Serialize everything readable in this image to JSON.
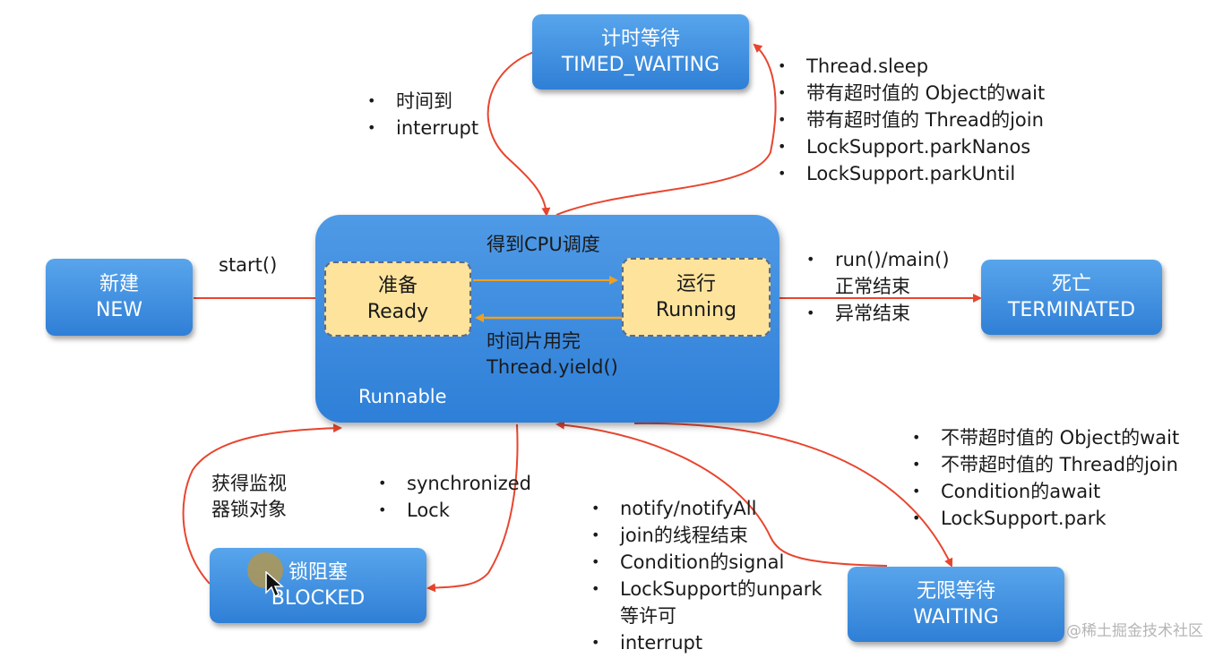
{
  "states": {
    "new": {
      "cn": "新建",
      "en": "NEW"
    },
    "timed_waiting": {
      "cn": "计时等待",
      "en": "TIMED_WAITING"
    },
    "terminated": {
      "cn": "死亡",
      "en": "TERMINATED"
    },
    "blocked": {
      "cn": "锁阻塞",
      "en": "BLOCKED"
    },
    "waiting": {
      "cn": "无限等待",
      "en": "WAITING"
    },
    "runnable": {
      "label": "Runnable",
      "ready": {
        "cn": "准备",
        "en": "Ready"
      },
      "running": {
        "cn": "运行",
        "en": "Running"
      },
      "cpu_label": "得到CPU调度",
      "yield_label": [
        "时间片用完",
        "Thread.yield()"
      ]
    }
  },
  "transitions": {
    "start": "start()",
    "timed_return": [
      "时间到",
      "interrupt"
    ],
    "timed_enter": [
      "Thread.sleep",
      "带有超时值的 Object的wait",
      "带有超时值的 Thread的join",
      "LockSupport.parkNanos",
      "LockSupport.parkUntil"
    ],
    "terminate": [
      "run()/main()",
      "正常结束",
      "异常结束"
    ],
    "blocked_enter": [
      "synchronized",
      "Lock"
    ],
    "blocked_return": [
      "获得监视",
      "器锁对象"
    ],
    "waiting_enter": [
      "不带超时值的 Object的wait",
      "不带超时值的 Thread的join",
      "Condition的await",
      "LockSupport.park"
    ],
    "waiting_return": [
      "notify/notifyAll",
      "join的线程结束",
      "Condition的signal",
      "LockSupport的unpark",
      "等许可",
      "interrupt"
    ]
  },
  "watermark": "@稀土掘金技术社区",
  "colors": {
    "state_box": "#3d8ee3",
    "inner_box": "#fde39c",
    "arrow_red": "#e8452e",
    "arrow_orange": "#f0a020"
  }
}
